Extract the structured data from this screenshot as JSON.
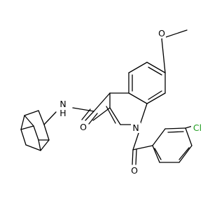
{
  "colors": {
    "background": "#ffffff",
    "bond": "#000000",
    "heteroatom_text": "#000000",
    "chlorine_text": "#1f9e1f"
  },
  "atoms": {
    "methoxy_oxygen": "O",
    "amide_oxygen": "O",
    "amide_nitrogen": "N",
    "amide_hydrogen": "H",
    "indole_nitrogen": "N",
    "ketone_oxygen": "O",
    "chlorine": "Cl"
  }
}
